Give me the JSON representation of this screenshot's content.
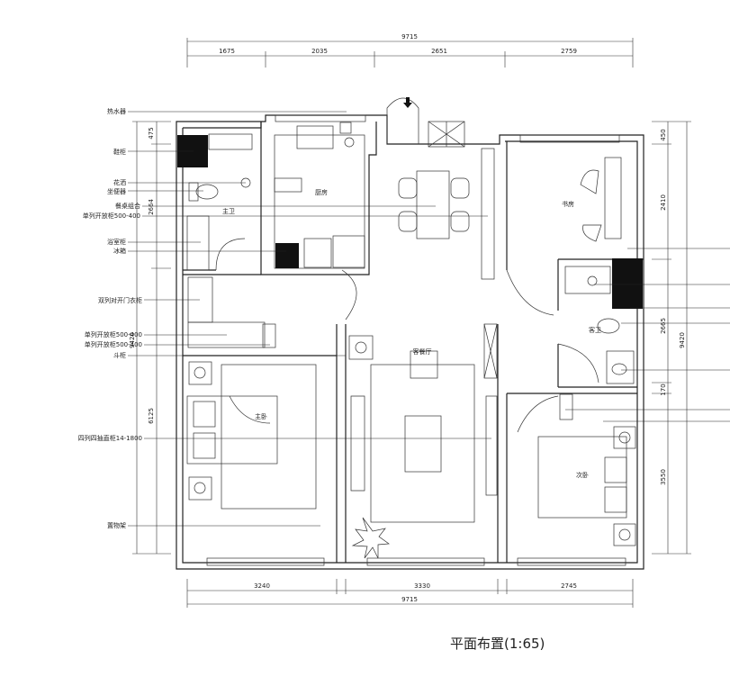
{
  "dimensions": {
    "top_total": "9715",
    "top_segments": [
      "1675",
      "2035",
      "2651",
      "2759"
    ],
    "bottom_segments": [
      "3240",
      "3330",
      "2745"
    ],
    "bottom_total": "9715",
    "left_segments": [
      "475",
      "2664",
      "6125"
    ],
    "left_total": "9420",
    "right_segments": [
      "450",
      "2410",
      "2665",
      "170",
      "3550"
    ],
    "right_total": "9420"
  },
  "rooms": {
    "kitchen": "厨房",
    "master_bath": "主卫",
    "study": "书房",
    "guest_bath": "客卫",
    "living_dining": "客餐厅",
    "master_bedroom": "主卧",
    "second_bedroom": "次卧"
  },
  "furniture_labels": [
    "热水器",
    "鞋柜",
    "花洒",
    "坐便器",
    "餐桌组合",
    "单列开放柜500-400",
    "浴室柜",
    "冰箱",
    "双列对开门衣柜",
    "单列开放柜500-400",
    "单列开放柜500-400",
    "斗柜",
    "四列四抽直柜14-1800",
    "置物架"
  ],
  "title": "平面布置(1:65)"
}
